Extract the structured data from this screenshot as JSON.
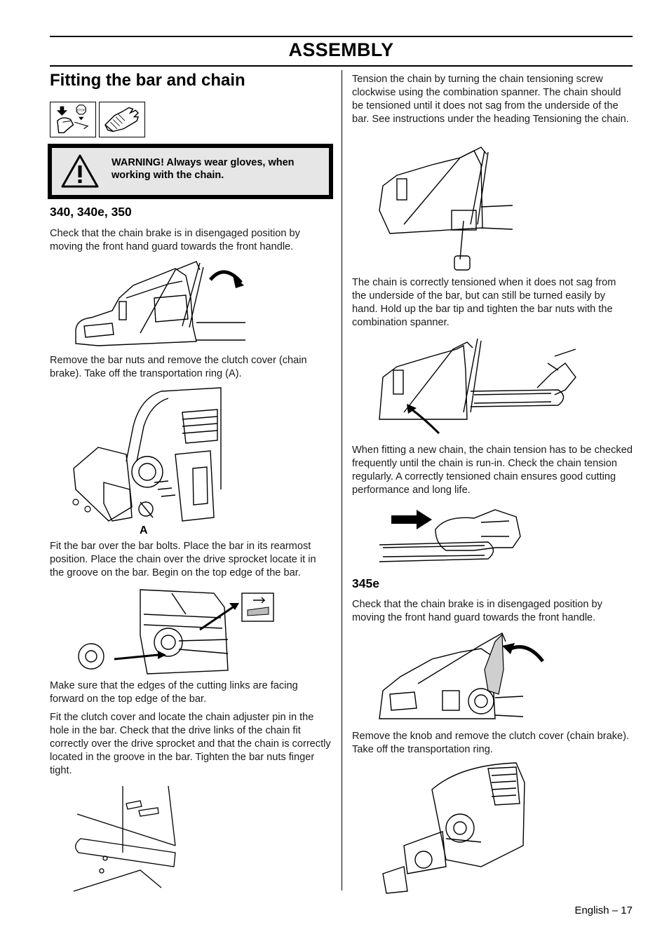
{
  "header": {
    "section_title": "ASSEMBLY"
  },
  "left": {
    "title": "Fitting the bar and chain",
    "icons": [
      "chain-brake-stop-icon",
      "protective-glove-icon"
    ],
    "warning": "WARNING! Always wear gloves, when working with the chain.",
    "subtitle": "340, 340e, 350",
    "p1": "Check that the chain brake is in disengaged position by moving the front hand guard towards the front handle.",
    "p2": "Remove the bar nuts and remove the clutch cover (chain brake). Take off the transportation ring (A).",
    "fig_label_a": "A",
    "p3": "Fit the bar over the bar bolts. Place the bar in its rearmost position. Place the chain over the drive sprocket locate it in the groove on the bar. Begin on the top edge of the bar.",
    "p4": "Make sure that the edges of the cutting links are facing forward on the top edge of the bar.",
    "p5": "Fit the clutch cover and locate the chain adjuster pin in the hole in the bar. Check that the drive links of the chain fit correctly over the drive sprocket and that the chain is correctly located in the groove in the bar. Tighten the bar nuts finger tight."
  },
  "right": {
    "p1": "Tension the chain by turning the chain tensioning screw clockwise using the combination spanner. The chain should be tensioned until it does not sag from the underside of the bar. See instructions under the heading Tensioning the chain.",
    "p2": "The chain is correctly tensioned when it does not sag from the underside of the bar, but can still be turned easily by hand. Hold up the bar tip and tighten the bar nuts with the combination spanner.",
    "p3": "When fitting a new chain, the chain tension has to be checked frequently until the chain is run-in. Check the chain tension regularly. A correctly tensioned chain ensures good cutting performance and long life.",
    "subtitle": "345e",
    "p4": "Check that the chain brake is in disengaged position by moving the front hand guard towards the front handle.",
    "p5": "Remove the knob and remove the clutch cover (chain brake). Take off the transportation ring."
  },
  "footer": {
    "page_label": "English – 17"
  }
}
